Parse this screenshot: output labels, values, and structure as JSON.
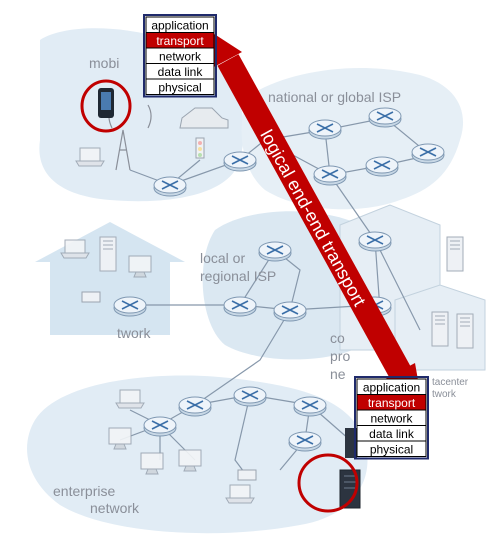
{
  "stacks": {
    "top": [
      "application",
      "transport",
      "network",
      "data link",
      "physical"
    ],
    "bottom": [
      "application",
      "transport",
      "network",
      "data link",
      "physical"
    ],
    "highlight_layer": "transport"
  },
  "regions": {
    "mobile_partial": "mobi",
    "isp_global": "national or global ISP",
    "isp_local_1": "local or",
    "isp_local_2": "regional ISP",
    "home_partial": "twork",
    "content_1": "co",
    "content_2": "pro",
    "content_3": "ne",
    "datacenter_1": "tacenter",
    "datacenter_2": "twork",
    "enterprise_1": "enterprise",
    "enterprise_2": "network"
  },
  "arrow": {
    "label": "logical end-end transport"
  },
  "colors": {
    "arrow": "#c00000",
    "highlight": "#c00000",
    "cloud": "#d9e8f3",
    "router": "#e3eef7",
    "router_x": "#3b6fa8",
    "link": "#7d8fa3"
  },
  "icons": [
    "router-icon",
    "phone-icon",
    "server-icon",
    "laptop-icon",
    "desktop-icon",
    "cell-tower-icon",
    "car-icon",
    "traffic-light-icon",
    "wireless-ap-icon",
    "datacenter-icon",
    "house-icon"
  ]
}
